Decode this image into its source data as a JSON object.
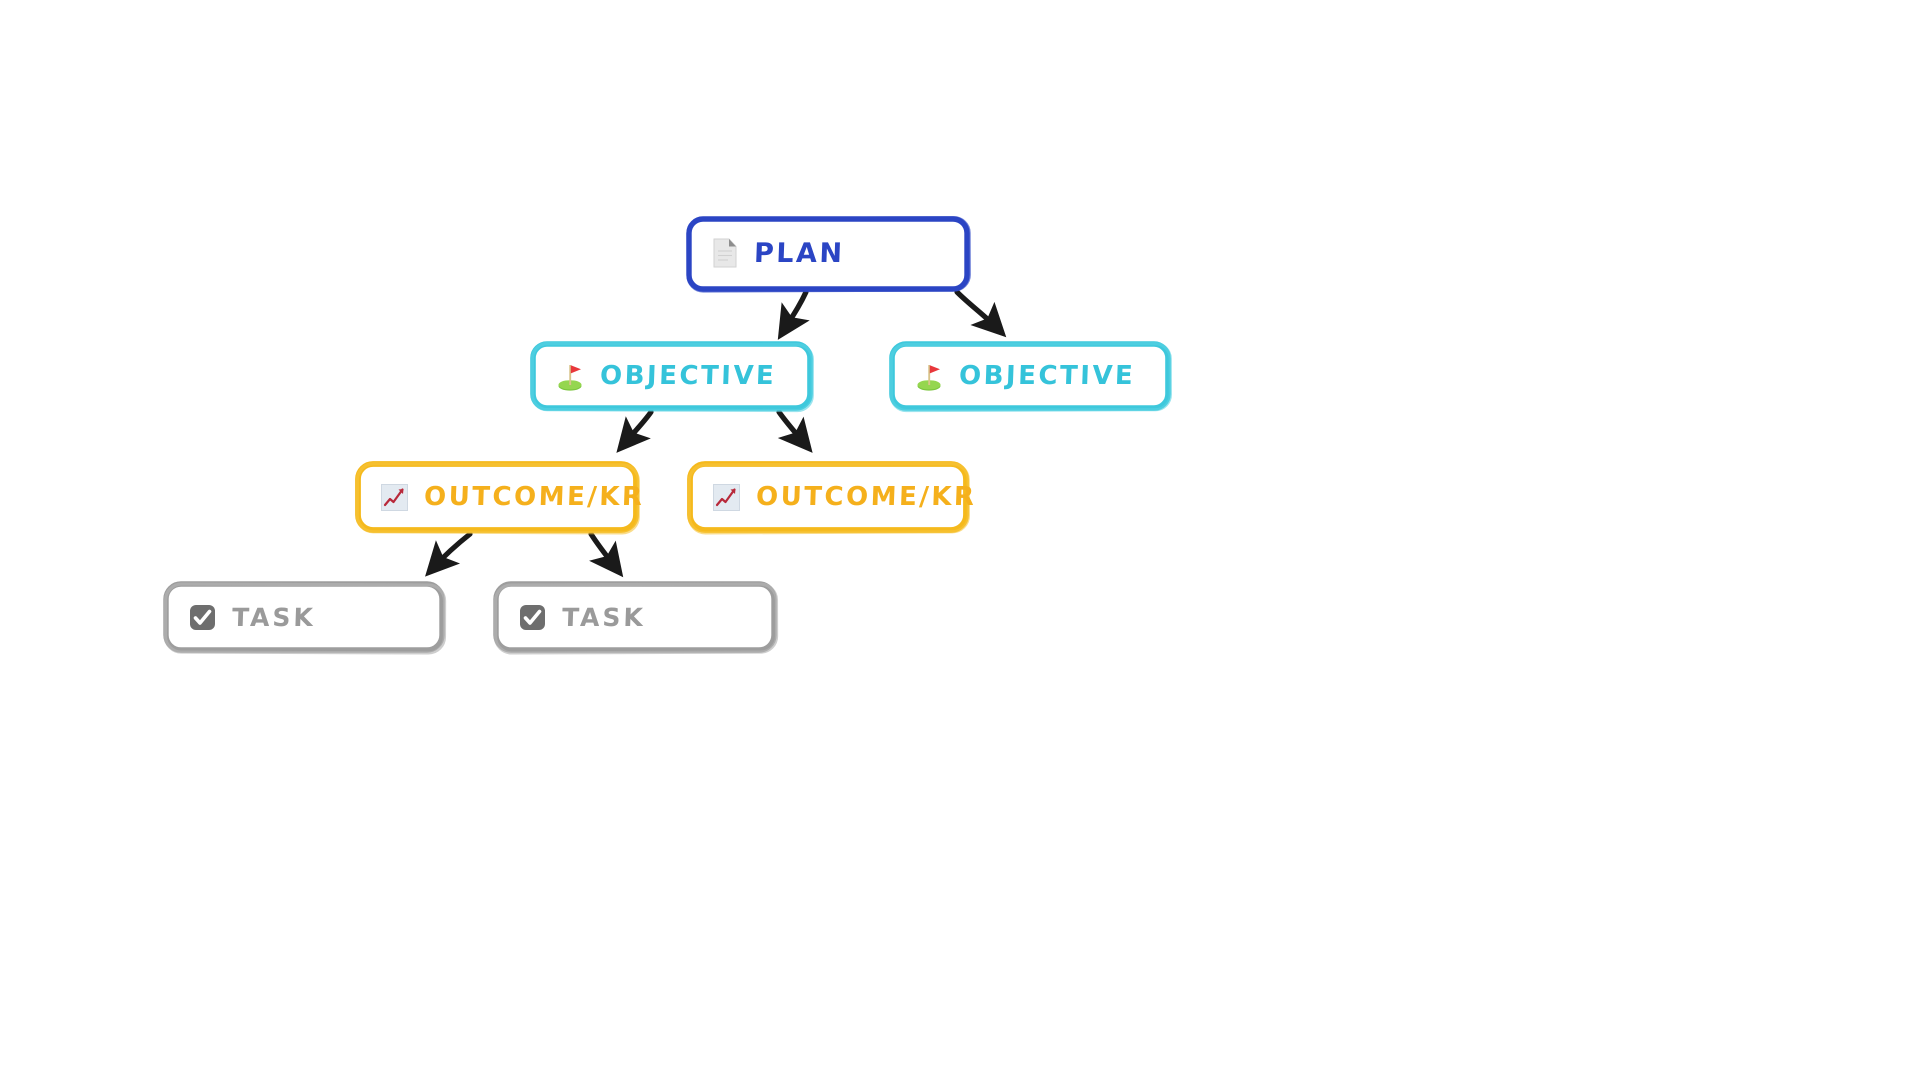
{
  "diagram": {
    "title": "Plan / Objective / Outcome / Task hierarchy",
    "background_color": "#ffffff",
    "arrow_color": "#1a1a1a"
  },
  "nodes": [
    {
      "id": "plan",
      "label": "PLAN",
      "icon": "page-icon",
      "level": 1,
      "color": "#2b45c4"
    },
    {
      "id": "objective-1",
      "label": "OBJECTIVE",
      "icon": "golf-flag-icon",
      "level": 2,
      "color": "#3ec8dc"
    },
    {
      "id": "objective-2",
      "label": "OBJECTIVE",
      "icon": "golf-flag-icon",
      "level": 2,
      "color": "#3ec8dc"
    },
    {
      "id": "outcome-1",
      "label": "OUTCOME/KR",
      "icon": "chart-increasing-icon",
      "level": 3,
      "color": "#f5b91c"
    },
    {
      "id": "outcome-2",
      "label": "OUTCOME/KR",
      "icon": "chart-increasing-icon",
      "level": 3,
      "color": "#f5b91c"
    },
    {
      "id": "task-1",
      "label": "TASK",
      "icon": "checked-checkbox-icon",
      "level": 4,
      "color": "#9d9d9d"
    },
    {
      "id": "task-2",
      "label": "TASK",
      "icon": "checked-checkbox-icon",
      "level": 4,
      "color": "#9d9d9d"
    }
  ],
  "edges": [
    {
      "from": "plan",
      "to": "objective-1"
    },
    {
      "from": "plan",
      "to": "objective-2"
    },
    {
      "from": "objective-1",
      "to": "outcome-1"
    },
    {
      "from": "objective-1",
      "to": "outcome-2"
    },
    {
      "from": "outcome-1",
      "to": "task-1"
    },
    {
      "from": "outcome-1",
      "to": "task-2"
    }
  ]
}
